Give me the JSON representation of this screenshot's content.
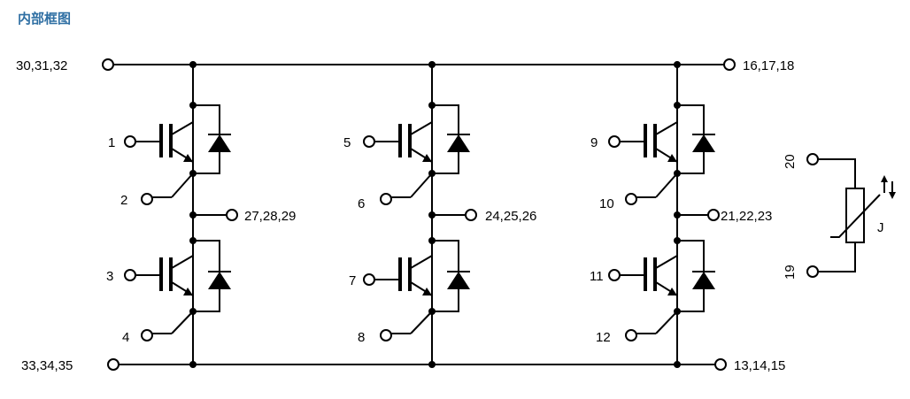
{
  "title": "内部框图",
  "terminals": {
    "dc_plus": "30,31,32",
    "dc_minus": "33,34,35",
    "right_top": "16,17,18",
    "right_bottom": "13,14,15",
    "phase_1": "27,28,29",
    "phase_2": "24,25,26",
    "phase_3": "21,22,23"
  },
  "legs": [
    {
      "upper_gate": "1",
      "upper_emitter": "2",
      "lower_gate": "3",
      "lower_emitter": "4"
    },
    {
      "upper_gate": "5",
      "upper_emitter": "6",
      "lower_gate": "7",
      "lower_emitter": "8"
    },
    {
      "upper_gate": "9",
      "upper_emitter": "10",
      "lower_gate": "11",
      "lower_emitter": "12"
    }
  ],
  "ntc": {
    "pin_top": "20",
    "pin_bottom": "19",
    "label": "J"
  }
}
